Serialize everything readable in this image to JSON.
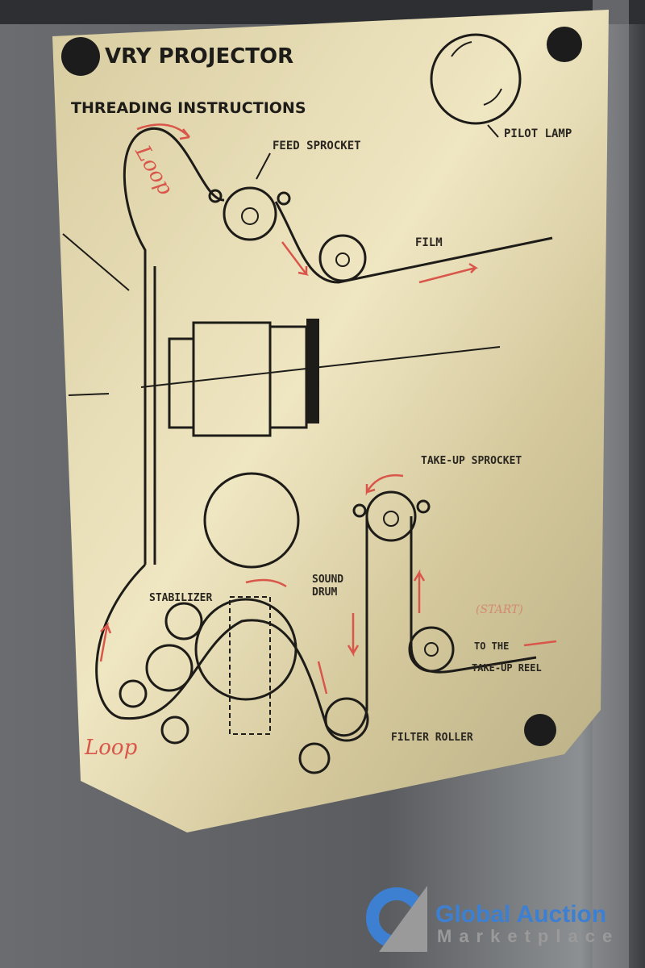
{
  "placard": {
    "title": "VRY PROJECTOR",
    "subtitle": "THREADING INSTRUCTIONS",
    "labels": {
      "pilot_lamp": "PILOT LAMP",
      "feed_sprocket": "FEED SPROCKET",
      "film": "FILM",
      "take_up_sprocket": "TAKE-UP SPROCKET",
      "stabilizer": "STABILIZER",
      "sound_drum_1": "SOUND",
      "sound_drum_2": "DRUM",
      "to_the": "TO THE",
      "take_up_reel": "TAKE-UP REEL",
      "filter_roller": "FILTER ROLLER"
    },
    "handwritten": {
      "loop_top": "Loop",
      "loop_bottom": "Loop",
      "start_note": "(START)"
    }
  },
  "watermark": {
    "line1": "Global Auction",
    "line2": "Marketplace",
    "brand_color": "#3d7fd0",
    "secondary_color": "#9a9a9a"
  }
}
